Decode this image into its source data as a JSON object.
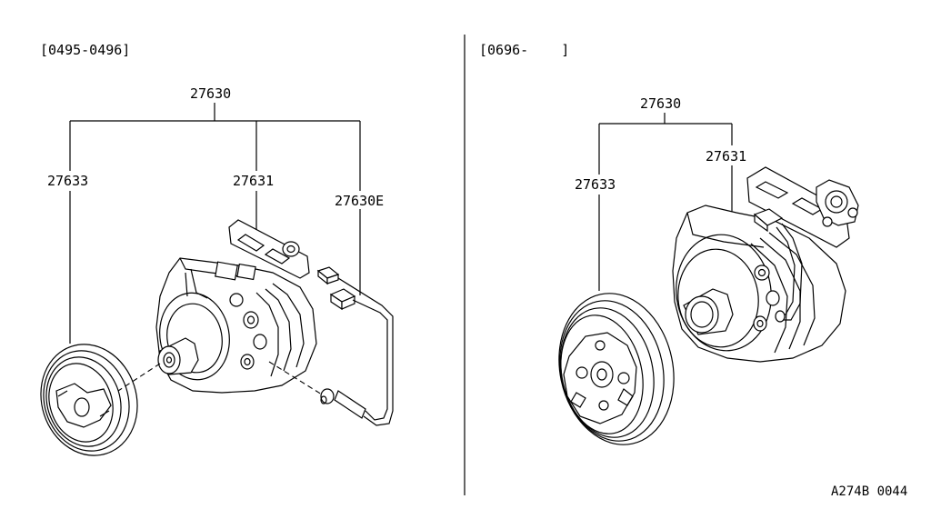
{
  "left_panel": {
    "date_range": "[0495-0496]",
    "assembly": "27630",
    "clutch": "27633",
    "compressor": "27631",
    "harness": "27630E"
  },
  "right_panel": {
    "date_range": "[0696-    ]",
    "assembly": "27630",
    "compressor": "27631",
    "clutch": "27633"
  },
  "figure_code": "A274B 0044"
}
